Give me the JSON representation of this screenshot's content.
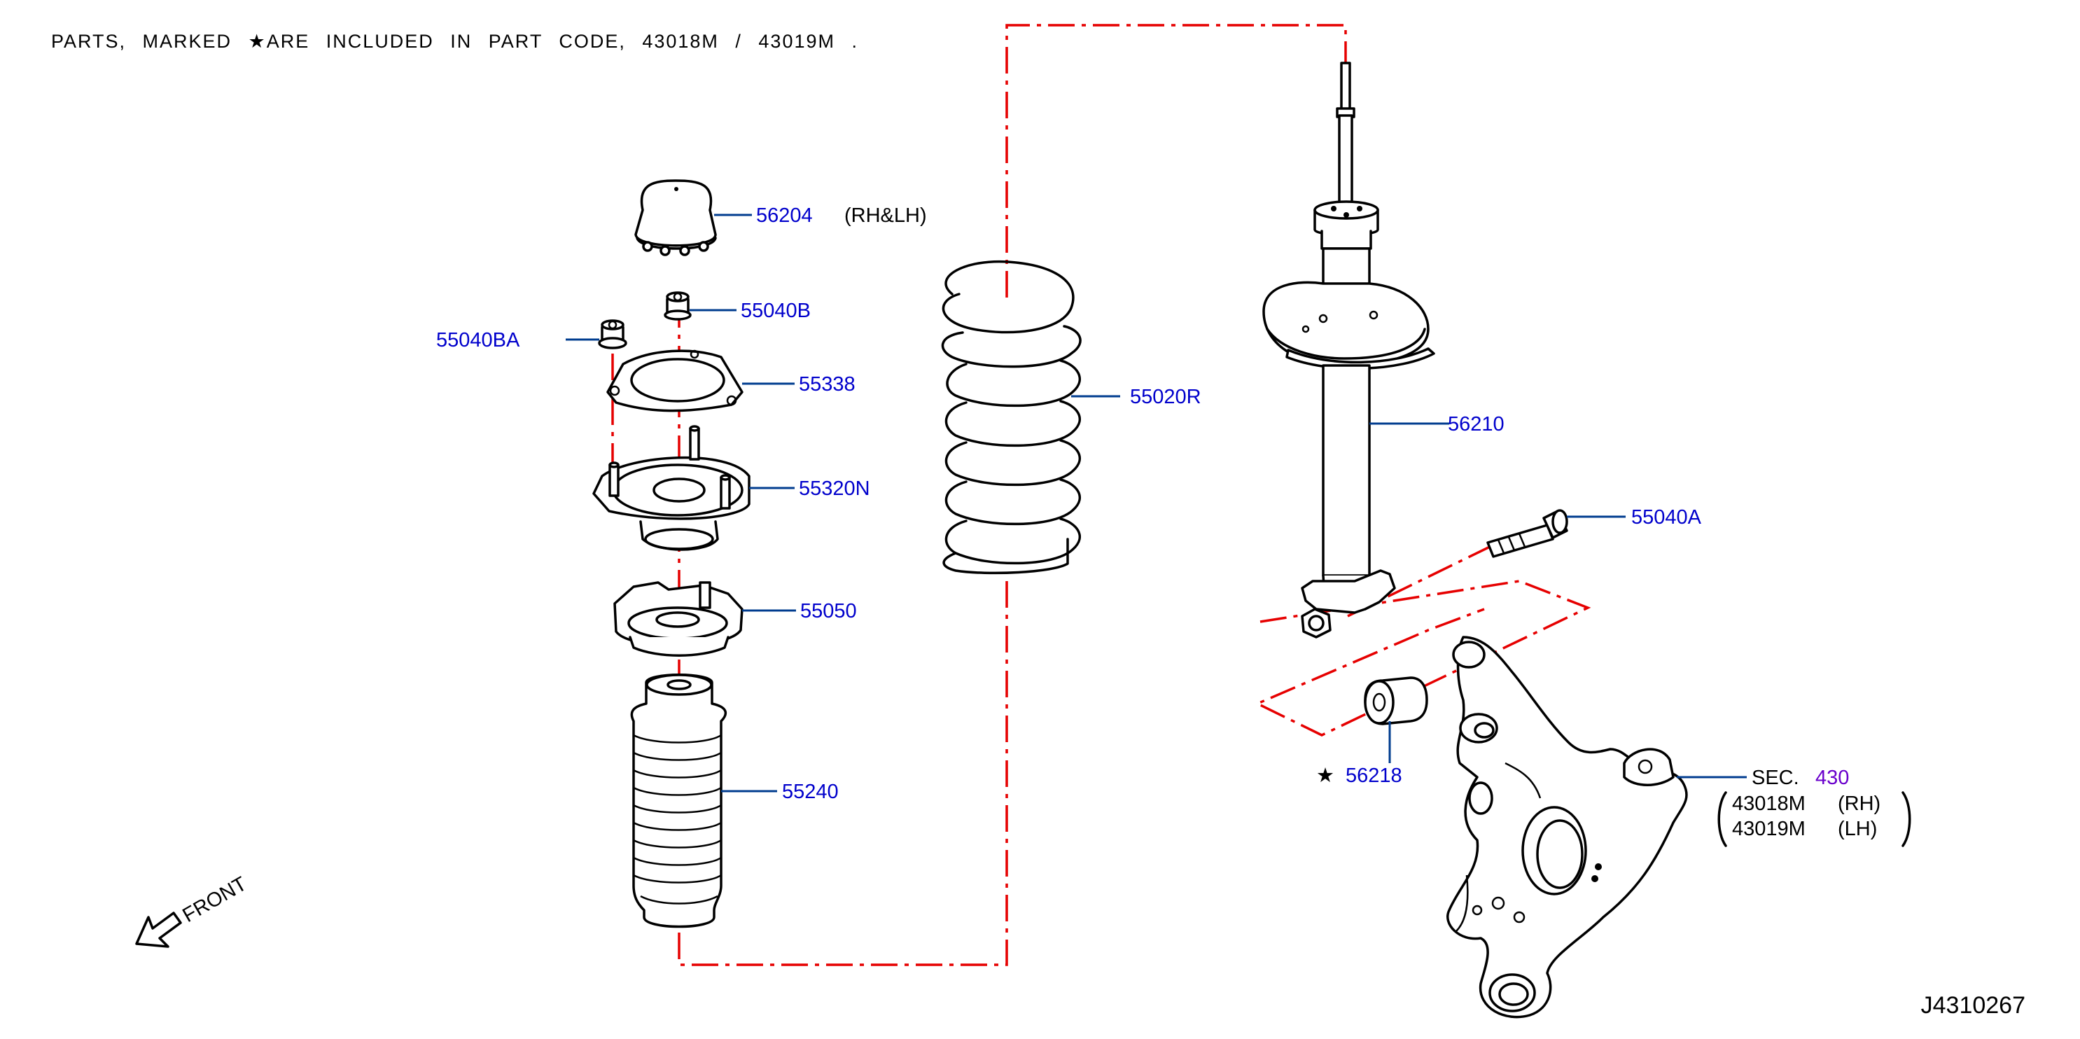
{
  "note_text": "PARTS, MARKED ★ARE INCLUDED IN PART CODE, 43018M / 43019M .",
  "diagram_code": "J4310267",
  "front_label": "FRONT",
  "parts": {
    "p56204": "56204",
    "p56204_side": "(RH&LH)",
    "p55040B": "55040B",
    "p55040BA": "55040BA",
    "p55338": "55338",
    "p55320N": "55320N",
    "p55050": "55050",
    "p55240": "55240",
    "p55020R": "55020R",
    "p56210": "56210",
    "p55040A": "55040A",
    "p56218": "56218",
    "star": "★"
  },
  "section": {
    "label": "SEC.",
    "number": "430",
    "rh_code": "43018M",
    "rh_side": "(RH)",
    "lh_code": "43019M",
    "lh_side": "(LH)"
  },
  "colors": {
    "callout_text": "#0000cc",
    "leader_line": "#003c8f",
    "center_line": "#e60000",
    "section_number": "#6a00cc"
  }
}
